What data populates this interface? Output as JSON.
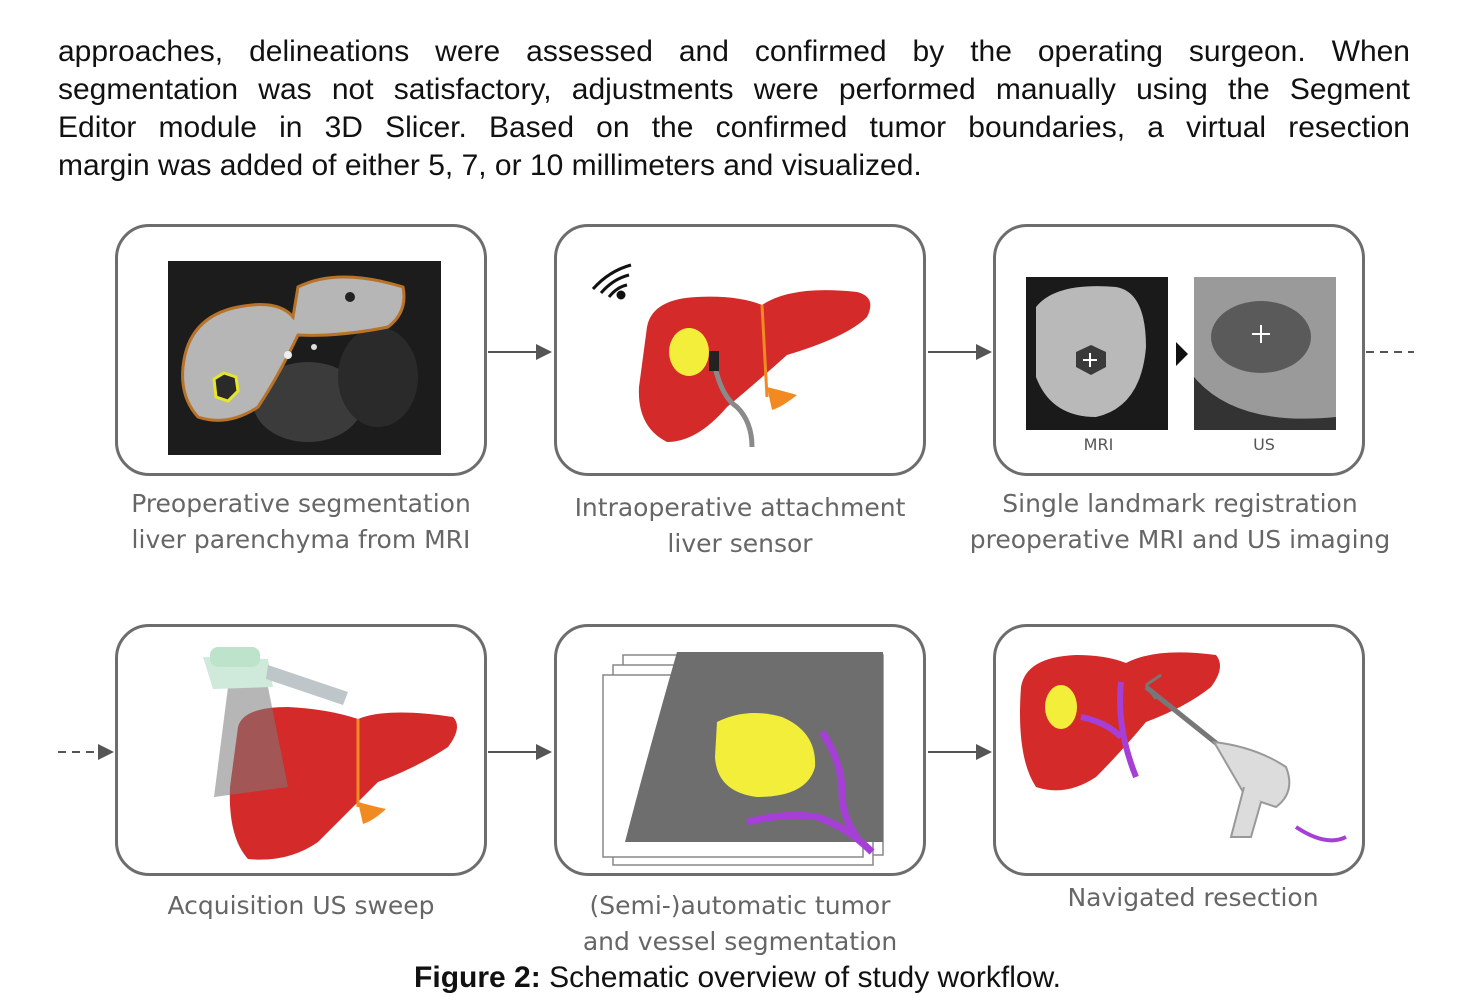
{
  "paragraph": {
    "lines": [
      "approaches, delineations were assessed and confirmed by the operating surgeon. When",
      "segmentation was not satisfactory, adjustments were performed manually using the Segment",
      "Editor module in 3D Slicer. Based on the confirmed tumor boundaries, a virtual resection",
      "margin was added of either 5, 7, or 10 millimeters and visualized."
    ]
  },
  "steps": [
    {
      "caption": [
        "Preoperative segmentation",
        "liver parenchyma from MRI"
      ]
    },
    {
      "caption": [
        "Intraoperative attachment",
        "liver sensor"
      ]
    },
    {
      "caption": [
        "Single landmark registration",
        "preoperative MRI and US imaging"
      ],
      "labels": [
        "MRI",
        "US"
      ]
    },
    {
      "caption": [
        "Acquisition US sweep"
      ]
    },
    {
      "caption": [
        "(Semi-)automatic tumor",
        "and vessel segmentation"
      ]
    },
    {
      "caption": [
        "Navigated resection"
      ]
    }
  ],
  "figure_caption": {
    "label": "Figure 2:",
    "text": " Schematic overview of study workflow."
  },
  "colors": {
    "liver": "#d42a2a",
    "liver_dark": "#b81e22",
    "tumor": "#f2ee3a",
    "vessel": "#a63fd6",
    "gallbladder": "#f28a22",
    "frame": "#6d6d6d"
  }
}
